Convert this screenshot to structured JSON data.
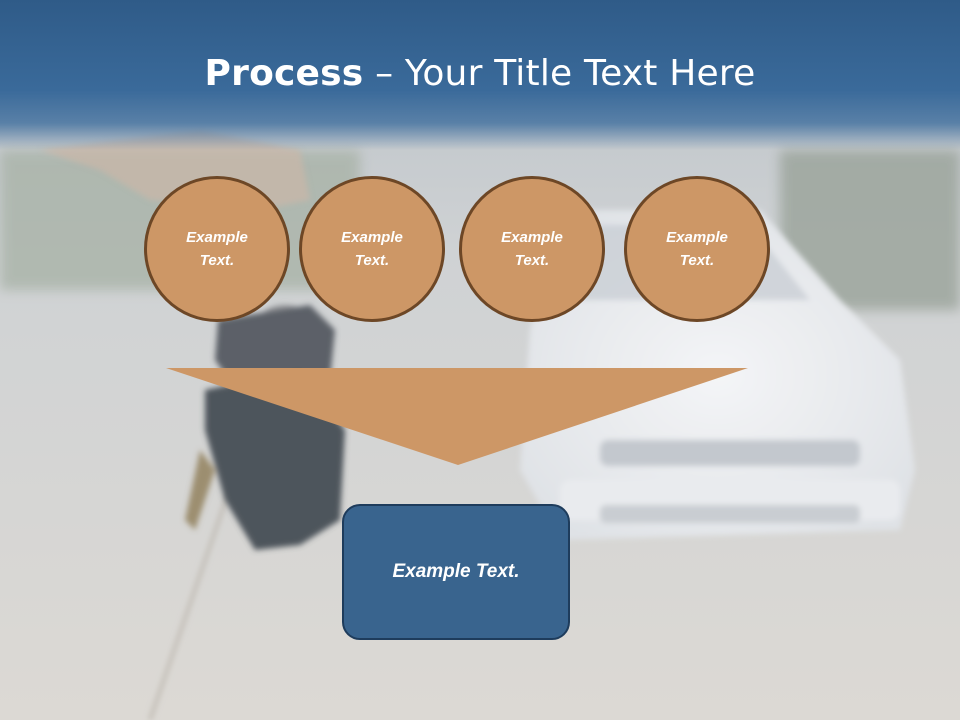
{
  "slide": {
    "title_bold": "Process",
    "title_rest": " – Your Title Text Here"
  },
  "process_steps": [
    {
      "label": "Example\nText."
    },
    {
      "label": "Example\nText."
    },
    {
      "label": "Example\nText."
    },
    {
      "label": "Example\nText."
    }
  ],
  "result": {
    "label": "Example Text."
  },
  "colors": {
    "title_band": "#2f5b88",
    "circle_fill": "#cd9766",
    "circle_border": "#6d4726",
    "funnel_fill": "#cd9766",
    "result_fill": "#39648e",
    "result_border": "#1e3c5c"
  }
}
